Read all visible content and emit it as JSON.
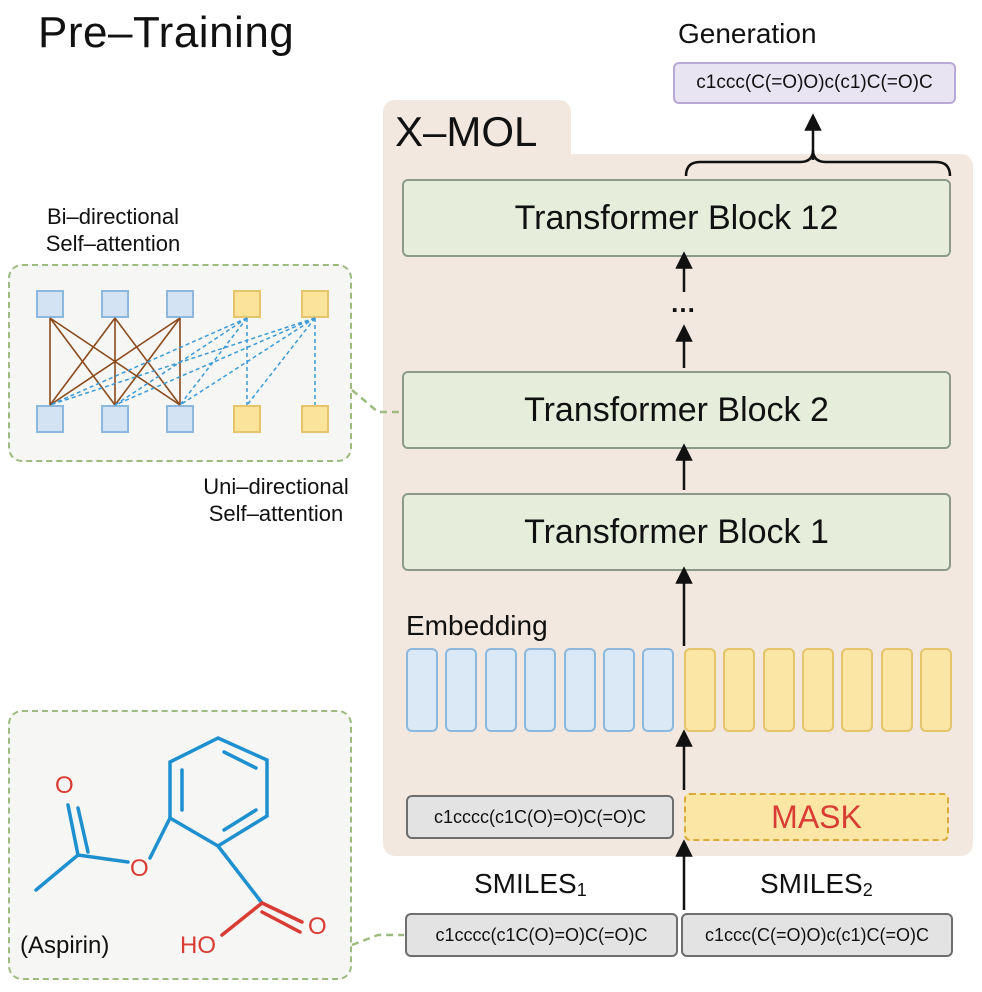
{
  "title": "Pre–Training",
  "generation": {
    "label": "Generation",
    "output": "c1ccc(C(=O)O)c(c1)C(=O)C"
  },
  "model": {
    "name": "X–MOL",
    "blocks": [
      "Transformer Block 12",
      "Transformer Block 2",
      "Transformer Block 1"
    ],
    "ellipsis": "…",
    "embedding_label": "Embedding",
    "embedding_blue_count": 7,
    "embedding_yellow_count": 7
  },
  "inputs": {
    "masked_smiles": "c1cccc(c1C(O)=O)C(=O)C",
    "mask_label": "MASK",
    "smiles1_label": "SMILES",
    "smiles1_sub": "1",
    "smiles2_label": "SMILES",
    "smiles2_sub": "2",
    "smiles1_value": "c1cccc(c1C(O)=O)C(=O)C",
    "smiles2_value": "c1ccc(C(=O)O)c(c1)C(=O)C"
  },
  "attention": {
    "bi_label_line1": "Bi–directional",
    "bi_label_line2": "Self–attention",
    "uni_label_line1": "Uni–directional",
    "uni_label_line2": "Self–attention"
  },
  "molecule": {
    "name": "(Aspirin)",
    "atom_o1": "O",
    "atom_o2": "O",
    "atom_o3": "O",
    "atom_ho": "HO"
  },
  "colors": {
    "blue_token": "#dbe8f6",
    "yellow_token": "#fbe6a6",
    "block_fill": "#e6eedb",
    "panel_fill": "#f2e8e0",
    "mask_text": "#d83c32",
    "bond_blue": "#1e90d0",
    "atom_red": "#d83c32"
  }
}
